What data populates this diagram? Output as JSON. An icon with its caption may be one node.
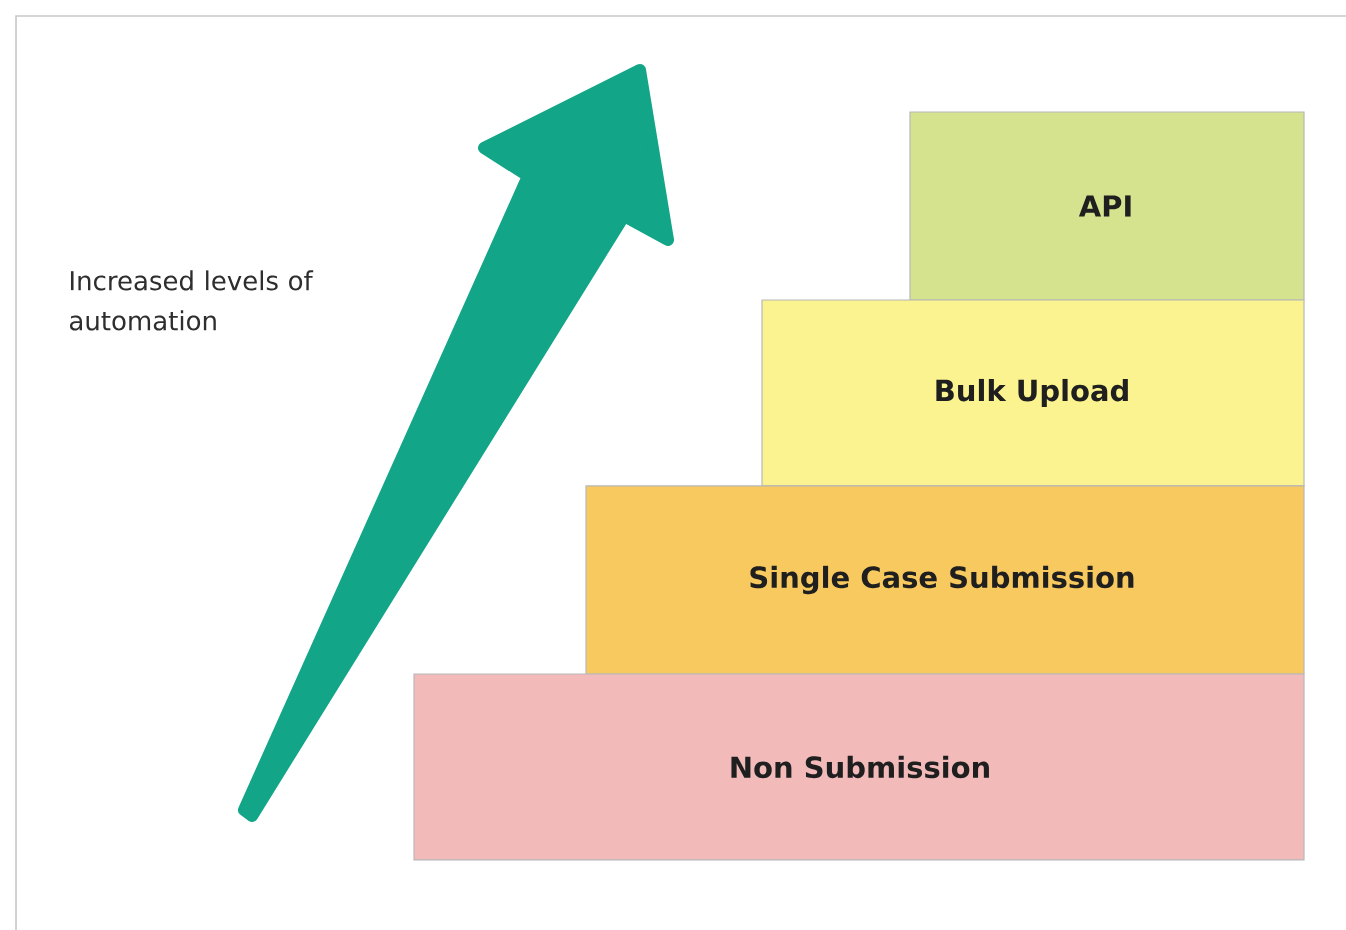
{
  "diagram": {
    "nodes": [
      {
        "text": [
          "API"
        ]
      },
      {
        "text": [
          "Bulk Upload"
        ]
      },
      {
        "text": [
          "Single Case Submission"
        ]
      },
      {
        "text": [
          "Non Submission"
        ]
      }
    ],
    "labels": [
      "Increased levels of automation"
    ]
  }
}
